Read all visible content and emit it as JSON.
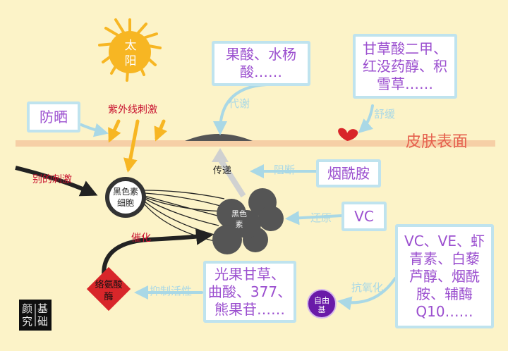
{
  "colors": {
    "background": "#fcf3c8",
    "skin_line": "#f6cfa6",
    "skin_label": "#e5604d",
    "arrow_orange": "#f7b623",
    "arrow_pale": "#a9d8e6",
    "box_border": "#bfe3ee",
    "box_text": "#9b4fcf",
    "melanin": "#555555",
    "enzyme": "#d8262a",
    "free_radical": "#6a1aa8",
    "stimulus_text": "#c8102e"
  },
  "sun": {
    "label": "太阳",
    "icon": "sun-icon"
  },
  "skin": {
    "label": "皮肤表面"
  },
  "uv": {
    "label": "紫外线刺激"
  },
  "other": {
    "label": "别的刺激"
  },
  "cell": {
    "label": "黑色素细胞"
  },
  "melanin": {
    "label": "黑色素"
  },
  "catalysis": {
    "label": "催化"
  },
  "enzyme": {
    "label": "络氨酸酶"
  },
  "radical": {
    "label": "自由基"
  },
  "transfer": {
    "label": "传递"
  },
  "boxes": {
    "sunscreen": "防晒",
    "fruit_acids": [
      "果酸、水杨",
      "酸……"
    ],
    "soothing": [
      "甘草酸二甲、",
      "红没药醇、积",
      "雪草……"
    ],
    "niacinamide": "烟酰胺",
    "vc": "VC",
    "antioxidants": [
      "VC、VE、虾",
      "青素、白藜",
      "芦醇、烟酰",
      "胺、辅酶",
      "Q10……"
    ],
    "inhibitors": [
      "光果甘草、",
      "曲酸、377、",
      "熊果苷……"
    ]
  },
  "arrows": {
    "metabolism": "代谢",
    "soothe": "舒缓",
    "block": "阻断",
    "reduce": "还原",
    "antioxidize": "抗氧化",
    "inhibit": "抑制活性"
  },
  "logo": [
    "颜",
    "基",
    "究",
    "础"
  ]
}
